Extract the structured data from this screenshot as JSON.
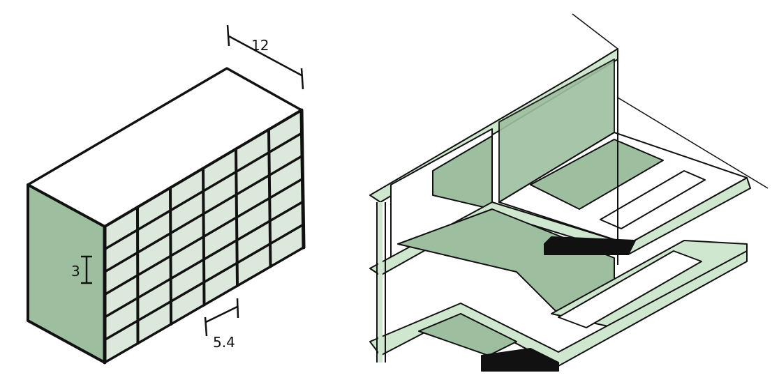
{
  "colors": {
    "green": "#9ebf9f",
    "light_green": "#cfe6cf",
    "ink": "#111111"
  },
  "bookcase": {
    "columns": 6,
    "rows": 6
  },
  "dimensions": {
    "depth_label": "12",
    "shelf_height_label": "3",
    "bay_width_label": "5.4"
  }
}
